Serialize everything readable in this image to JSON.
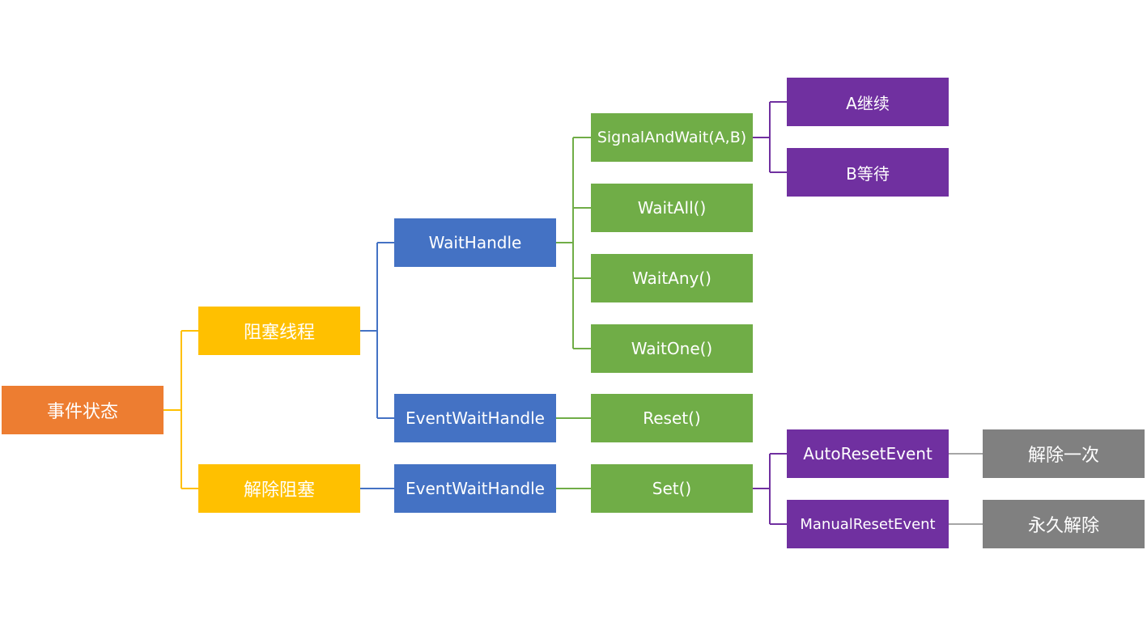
{
  "colors": {
    "root": "#ED7D31",
    "level1": "#FFC000",
    "level2": "#4472C4",
    "level3": "#70AD47",
    "level4": "#7030A0",
    "level5": "#808080",
    "line_level1": "#FFC000",
    "line_level2": "#4472C4",
    "line_level3": "#70AD47",
    "line_level4": "#7030A0",
    "line_level5": "#A6A6A6"
  },
  "nodes": {
    "root": "事件状态",
    "block_thread": "阻塞线程",
    "unblock": "解除阻塞",
    "wait_handle": "WaitHandle",
    "event_wait_handle_1": "EventWaitHandle",
    "event_wait_handle_2": "EventWaitHandle",
    "signal_and_wait": "SignalAndWait(A,B)",
    "wait_all": "WaitAll()",
    "wait_any": "WaitAny()",
    "wait_one": "WaitOne()",
    "reset": "Reset()",
    "set": "Set()",
    "a_continue": "A继续",
    "b_wait": "B等待",
    "auto_reset_event": "AutoResetEvent",
    "manual_reset_event": "ManualResetEvent",
    "release_once": "解除一次",
    "release_forever": "永久解除"
  }
}
